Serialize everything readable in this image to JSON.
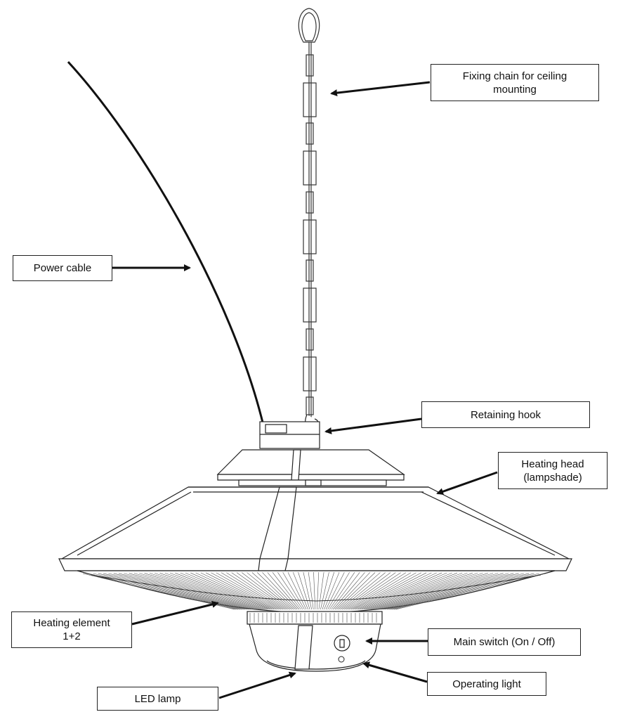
{
  "labels": {
    "chain": {
      "line1": "Fixing chain for ceiling",
      "line2": "mounting"
    },
    "power_cable": {
      "line1": "Power cable"
    },
    "retaining_hook": {
      "line1": "Retaining hook"
    },
    "heating_head": {
      "line1": "Heating head",
      "line2": "(lampshade)"
    },
    "heating_element": {
      "line1": "Heating element",
      "line2": "1+2"
    },
    "main_switch": {
      "line1": "Main switch (On / Off)"
    },
    "operating_light": {
      "line1": "Operating light"
    },
    "led_lamp": {
      "line1": "LED lamp"
    }
  },
  "colors": {
    "line": "#222222",
    "background": "#ffffff"
  }
}
